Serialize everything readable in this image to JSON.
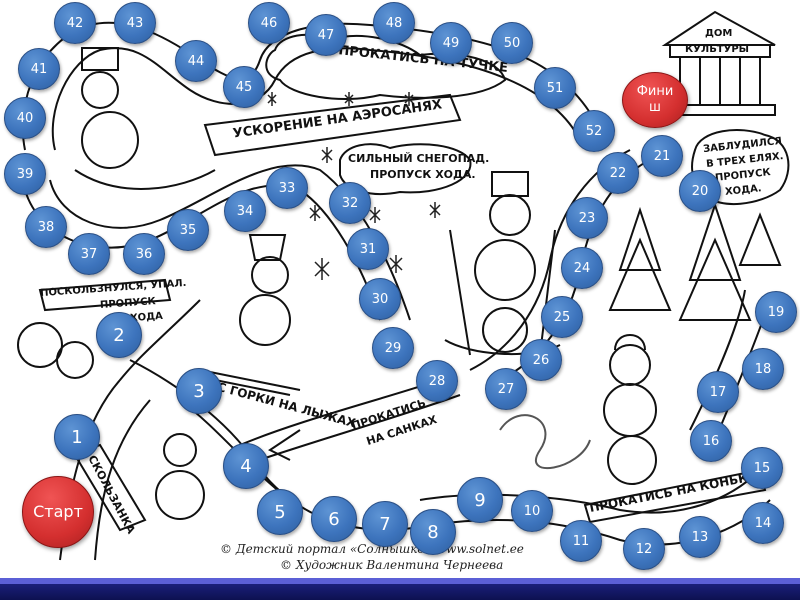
{
  "board": {
    "start_label": "Старт",
    "finish_label": "Финиш",
    "cells": [
      "1",
      "2",
      "3",
      "4",
      "5",
      "6",
      "7",
      "8",
      "9",
      "10",
      "11",
      "12",
      "13",
      "14",
      "15",
      "16",
      "17",
      "18",
      "19",
      "20",
      "21",
      "22",
      "23",
      "24",
      "25",
      "26",
      "27",
      "28",
      "29",
      "30",
      "31",
      "32",
      "33",
      "34",
      "35",
      "36",
      "37",
      "38",
      "39",
      "40",
      "41",
      "42",
      "43",
      "44",
      "45",
      "46",
      "47",
      "48",
      "49",
      "50",
      "51",
      "52"
    ]
  },
  "labels": {
    "cloud_roll": "ПРОКАТИСЬ НА ТУЧКЕ",
    "aerosled": "УСКОРЕНИЕ НА АЭРОСАНЯХ",
    "snowfall_1": "СИЛЬНЫЙ СНЕГОПАД.",
    "snowfall_2": "ПРОПУСК ХОДА.",
    "house_1": "ДОМ",
    "house_2": "КУЛЬТУРЫ",
    "lost_1": "ЗАБЛУДИЛСЯ",
    "lost_2": "В ТРЕХ ЕЛЯХ.",
    "lost_3": "ПРОПУСК",
    "lost_4": "ХОДА.",
    "slipped_1": "ПОСКОЛЬЗНУЛСЯ, УПАЛ.",
    "slipped_2": "ПРОПУСК",
    "slipped_3": "ХОДА",
    "ski_hill": "С ГОРКИ НА ЛЫЖАХ",
    "sled_1": "ПРОКАТИСЬ",
    "sled_2": "НА САНКАХ",
    "slide": "СКОЛЬЗАНКА",
    "skates": "ПРОКАТИСЬ НА КОНЬКАХ"
  },
  "credits": {
    "line1": "© Детский портал «Солнышко» www.solnet.ee",
    "line2": "© Художник Валентина Чернеева"
  },
  "colors": {
    "cell": "#3d74bd",
    "endpoint": "#d42f2f",
    "stripe_top": "#5b5fd6",
    "stripe_bottom": "#1a1f7a"
  }
}
